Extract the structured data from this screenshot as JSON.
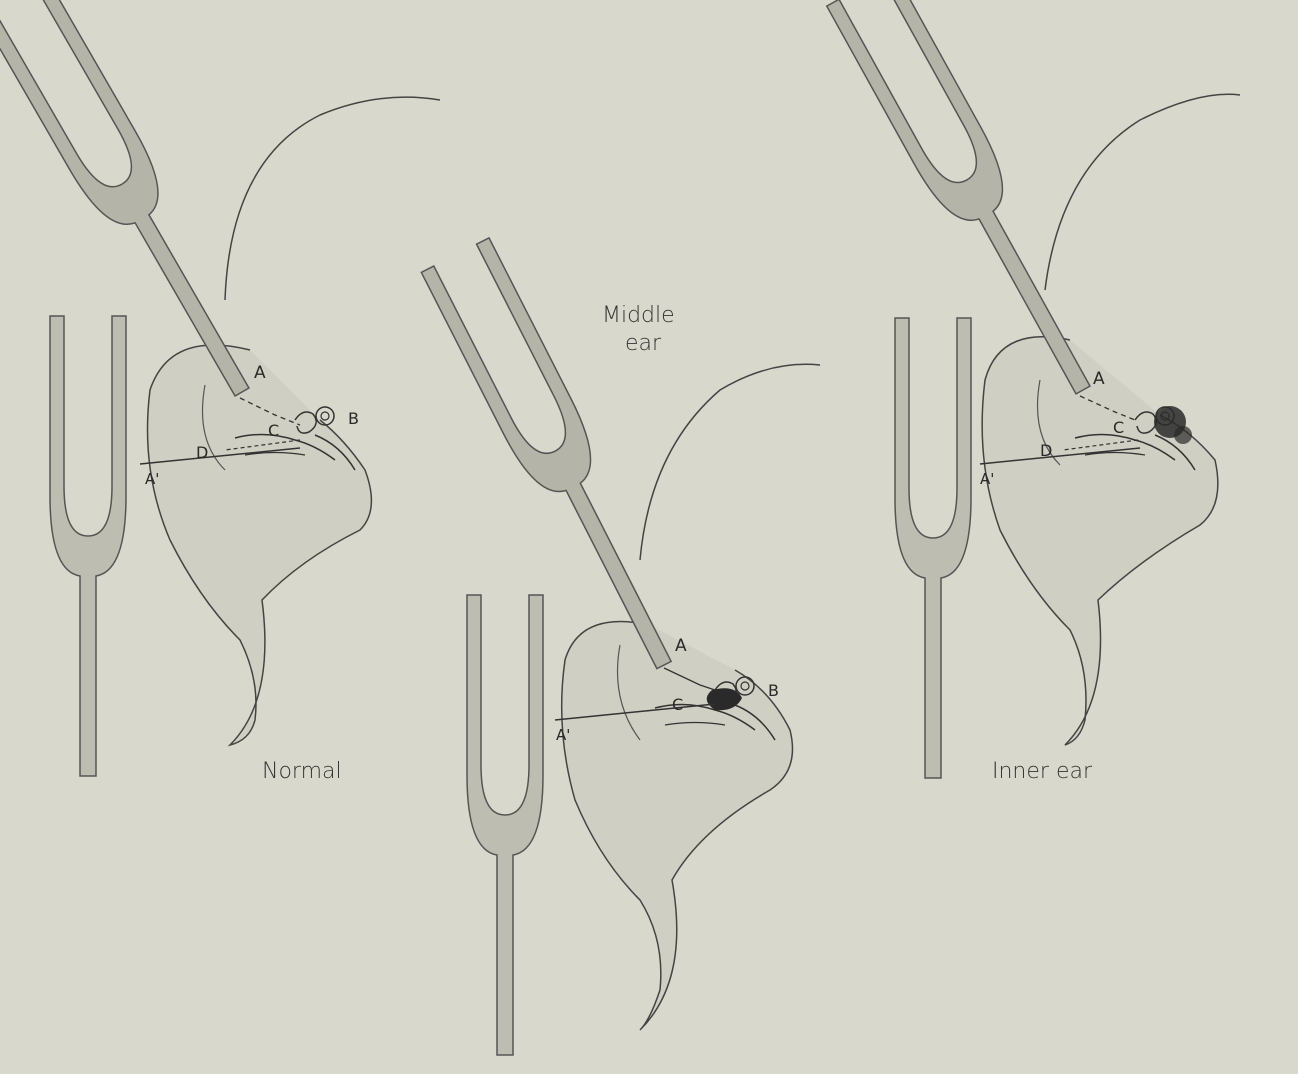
{
  "captions": {
    "normal": "Normal",
    "middle_line1": "Middle",
    "middle_line2": "ear",
    "inner": "Inner ear"
  },
  "labels": {
    "A": "A",
    "A_prime": "A'",
    "B": "B",
    "C": "C",
    "D": "D"
  },
  "colors": {
    "paper": "#d8d8cd",
    "fork_fill": "#bdbdb2",
    "ink": "#333333",
    "ear_fill": "#cfcfc3"
  }
}
